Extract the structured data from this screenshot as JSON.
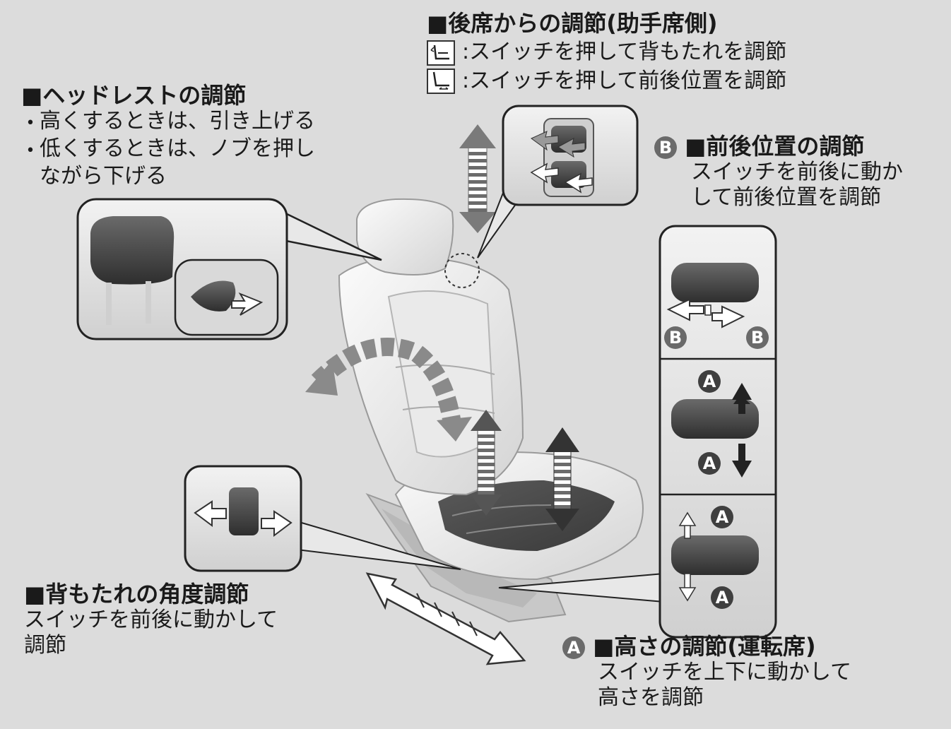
{
  "headrest": {
    "title": "■ヘッドレストの調節",
    "bullet": "•",
    "item1": "高くするときは、引き上げる",
    "item2": "低くするときは、ノブを押し",
    "item2_cont": "ながら下げる"
  },
  "rear_adjust": {
    "title": "■後席からの調節(助手席側)",
    "line1": ":スイッチを押して背もたれを調節",
    "line2": ":スイッチを押して前後位置を調節",
    "icon1": "recline-seat-icon",
    "icon2": "slide-seat-icon"
  },
  "fore_aft": {
    "badge": "B",
    "title": "■前後位置の調節",
    "line1": "スイッチを前後に動か",
    "line2": "して前後位置を調節"
  },
  "recline": {
    "title": "■背もたれの角度調節",
    "line1": "スイッチを前後に動かして",
    "line2": "調節"
  },
  "height": {
    "badge": "A",
    "title": "■高さの調節(運転席)",
    "line1": "スイッチを上下に動かして",
    "line2": "高さを調節"
  },
  "callout_badges": {
    "b_left": "B",
    "b_right": "B",
    "a1": "A",
    "a2": "A",
    "a3": "A",
    "a4": "A"
  },
  "colors": {
    "background": "#dcdcdc",
    "badge_gray": "#6a6a6a",
    "badge_dark": "#3f3f3f",
    "seat_light": "#f2f2f2",
    "seat_dark": "#4a4a4a"
  }
}
